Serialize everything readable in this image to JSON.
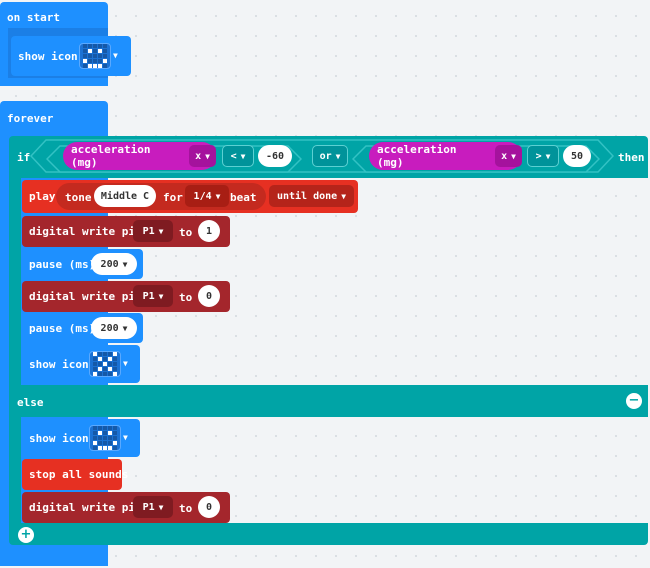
{
  "on_start": {
    "label": "on start",
    "show_icon_label": "show icon",
    "icon_name": "happy-face-icon",
    "icon_pattern": [
      0,
      0,
      0,
      0,
      0,
      0,
      1,
      0,
      1,
      0,
      0,
      0,
      0,
      0,
      0,
      1,
      0,
      0,
      0,
      1,
      0,
      1,
      1,
      1,
      0
    ]
  },
  "forever": {
    "label": "forever",
    "if_label": "if",
    "or_label": "or",
    "then_label": "then",
    "else_label": "else",
    "cond1": {
      "sensor": "acceleration (mg)",
      "axis": "x",
      "op": "<",
      "value": "-60"
    },
    "cond2": {
      "sensor": "acceleration (mg)",
      "axis": "x",
      "op": ">",
      "value": "50"
    },
    "play": {
      "play_label": "play",
      "tone_label": "tone",
      "note": "Middle C",
      "for_label": "for",
      "beat": "1/4",
      "beat_label": "beat",
      "mode": "until done"
    },
    "dw1": {
      "label": "digital write pin",
      "pin": "P1",
      "to_label": "to",
      "value": "1"
    },
    "pause1": {
      "label": "pause (ms)",
      "value": "200"
    },
    "dw2": {
      "label": "digital write pin",
      "pin": "P1",
      "to_label": "to",
      "value": "0"
    },
    "pause2": {
      "label": "pause (ms)",
      "value": "200"
    },
    "icon_x": {
      "label": "show icon",
      "icon_name": "x-icon",
      "pattern": [
        1,
        0,
        0,
        0,
        1,
        0,
        1,
        0,
        1,
        0,
        0,
        0,
        1,
        0,
        0,
        0,
        1,
        0,
        1,
        0,
        1,
        0,
        0,
        0,
        1
      ]
    },
    "else_icon": {
      "label": "show icon",
      "icon_name": "happy-face-icon",
      "pattern": [
        0,
        0,
        0,
        0,
        0,
        0,
        1,
        0,
        1,
        0,
        0,
        0,
        0,
        0,
        0,
        1,
        0,
        0,
        0,
        1,
        0,
        1,
        1,
        1,
        0
      ]
    },
    "stop_sounds": "stop all sounds",
    "dw3": {
      "label": "digital write pin",
      "pin": "P1",
      "to_label": "to",
      "value": "0"
    }
  }
}
